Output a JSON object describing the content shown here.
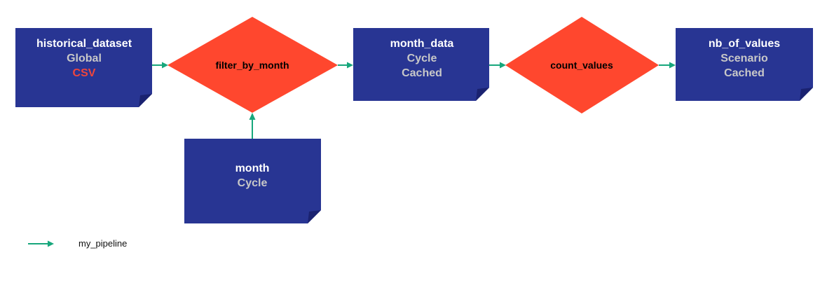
{
  "colors": {
    "data_node_fill": "#283593",
    "data_node_fold": "#1a2270",
    "task_node_fill": "#ff472e",
    "edge_color": "#17a77c",
    "text_white": "#ffffff",
    "text_gray": "#c8c8c8",
    "text_red": "#f0463c",
    "text_black": "#000000"
  },
  "data_nodes": {
    "historical_dataset": {
      "name": "historical_dataset",
      "scope": "Global",
      "storage": "CSV"
    },
    "month_data": {
      "name": "month_data",
      "scope": "Cycle",
      "storage": "Cached"
    },
    "nb_of_values": {
      "name": "nb_of_values",
      "scope": "Scenario",
      "storage": "Cached"
    },
    "month": {
      "name": "month",
      "scope": "Cycle"
    }
  },
  "task_nodes": {
    "filter_by_month": {
      "name": "filter_by_month"
    },
    "count_values": {
      "name": "count_values"
    }
  },
  "edges": [
    {
      "from": "historical_dataset",
      "to": "filter_by_month"
    },
    {
      "from": "month",
      "to": "filter_by_month"
    },
    {
      "from": "filter_by_month",
      "to": "month_data"
    },
    {
      "from": "month_data",
      "to": "count_values"
    },
    {
      "from": "count_values",
      "to": "nb_of_values"
    }
  ],
  "legend": {
    "label": "my_pipeline",
    "icon": "arrow-right-icon"
  }
}
